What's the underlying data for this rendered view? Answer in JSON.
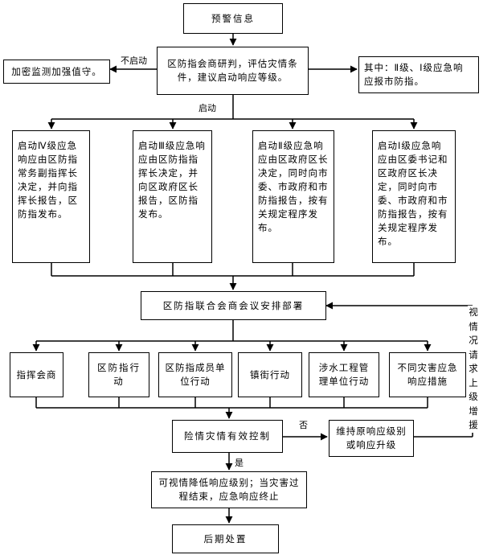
{
  "nodes": {
    "warning": "预警信息",
    "consult": "区防指会商研判，评估灾情条件，建议启动响应等级。",
    "monitor": "加密监测加强值守。",
    "report_note": "其中：Ⅱ级、Ⅰ级应急响应报市防指。",
    "level4": "启动Ⅳ级应急响应由区防指常务副指挥长决定，并向指挥长报告，区防指发布。",
    "level3": "启动Ⅲ级应急响应由区防指指挥长决定，并向区政府区长报告，区防指发布。",
    "level2": "启动Ⅱ级应急响应由区政府区长决定，同时向市委、市政府和市防指报告，按有关规定程序发布。",
    "level1": "启动Ⅰ级应急响应由区委书记和区政府区长决定，同时向市委、市政府和市防指报告，按有关规定程序发布。",
    "joint_meeting": "区防指联合会商会议安排部署",
    "act_command": "指挥会商",
    "act_district": "区防指行动",
    "act_members": "区防指成员单位行动",
    "act_towns": "镇街行动",
    "act_water": "涉水工程管理单位行动",
    "act_disaster": "不同灾害应急响应措施",
    "controlled": "险情灾情有效控制",
    "maintain": "维持原响应级别或响应升级",
    "lower": "可视情降低响应级别；当灾害过程结束，应急响应终止",
    "aftermath": "后期处置"
  },
  "labels": {
    "no_start": "不启动",
    "start": "启动",
    "no": "否",
    "yes": "是",
    "request": "视情况请求上级增援"
  }
}
